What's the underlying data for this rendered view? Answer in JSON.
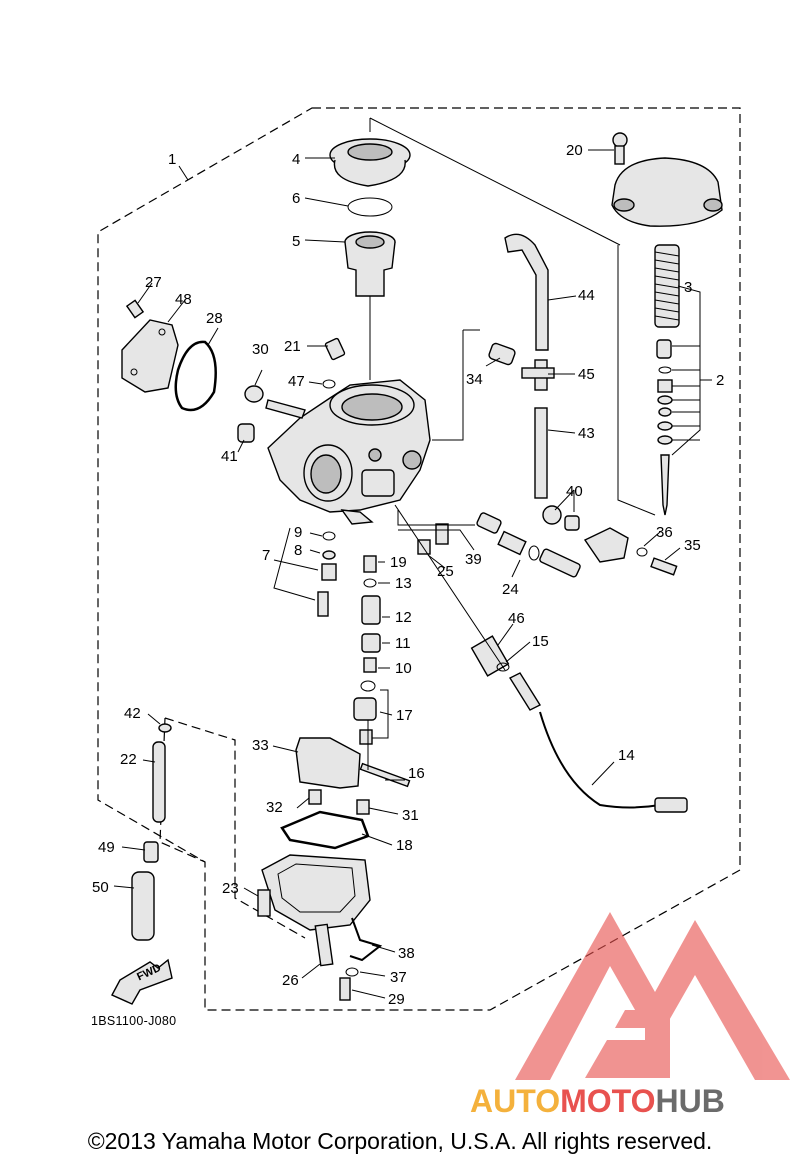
{
  "diagram": {
    "ref_code": "1BS1100-J080",
    "direction_label": "FWD",
    "callouts": [
      "1",
      "2",
      "3",
      "4",
      "5",
      "6",
      "7",
      "8",
      "9",
      "10",
      "11",
      "12",
      "13",
      "14",
      "15",
      "16",
      "17",
      "18",
      "19",
      "20",
      "21",
      "22",
      "23",
      "24",
      "25",
      "26",
      "27",
      "28",
      "29",
      "30",
      "31",
      "32",
      "33",
      "34",
      "35",
      "36",
      "37",
      "38",
      "39",
      "40",
      "41",
      "42",
      "43",
      "44",
      "45",
      "46",
      "47",
      "48",
      "49",
      "50"
    ]
  },
  "footer": {
    "copyright": "©2013 Yamaha Motor Corporation, U.S.A. All rights reserved."
  },
  "watermark": {
    "part1": "AUTO",
    "part2": "MOTO",
    "part3": "HUB",
    "colors": {
      "red": "#e8524f",
      "orange": "#f4b13c",
      "gray": "#6b6b6b"
    }
  }
}
